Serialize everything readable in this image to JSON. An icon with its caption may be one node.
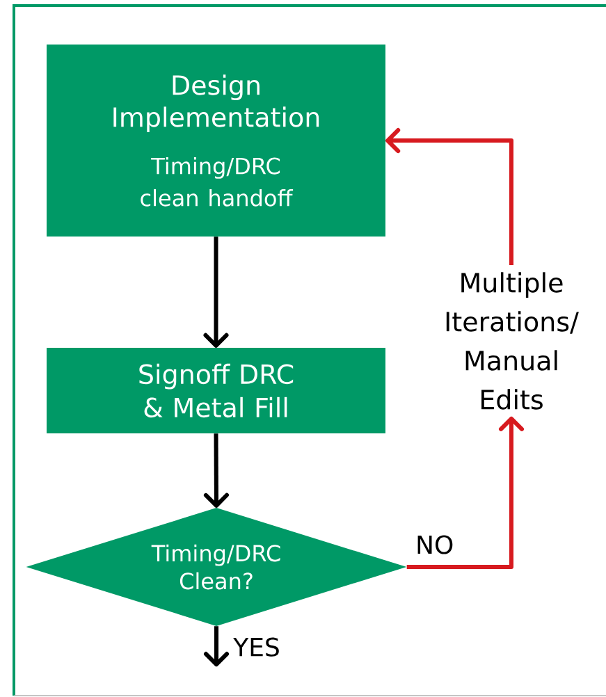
{
  "diagram": {
    "nodes": [
      {
        "text": [
          "Design Implementation",
          "Timing/DRC clean handoff"
        ]
      },
      {
        "text": [
          "Signoff DRC & Metal Fill"
        ]
      },
      {
        "text": [
          "Timing/DRC Clean?"
        ]
      },
      {
        "text": [
          "Multiple Iterations/ Manual Edits"
        ]
      }
    ],
    "edges": [
      {
        "from": 0,
        "to": 1,
        "arrow": "to"
      },
      {
        "from": 1,
        "to": 2,
        "arrow": "to"
      },
      {
        "from": 2,
        "to": 3,
        "arrow": "to",
        "label": "NO",
        "color": "#d71a1f"
      },
      {
        "from": 3,
        "to": 0,
        "arrow": "to",
        "color": "#d71a1f"
      },
      {
        "from": 2,
        "to": null,
        "arrow": "to",
        "label": "YES"
      }
    ]
  }
}
